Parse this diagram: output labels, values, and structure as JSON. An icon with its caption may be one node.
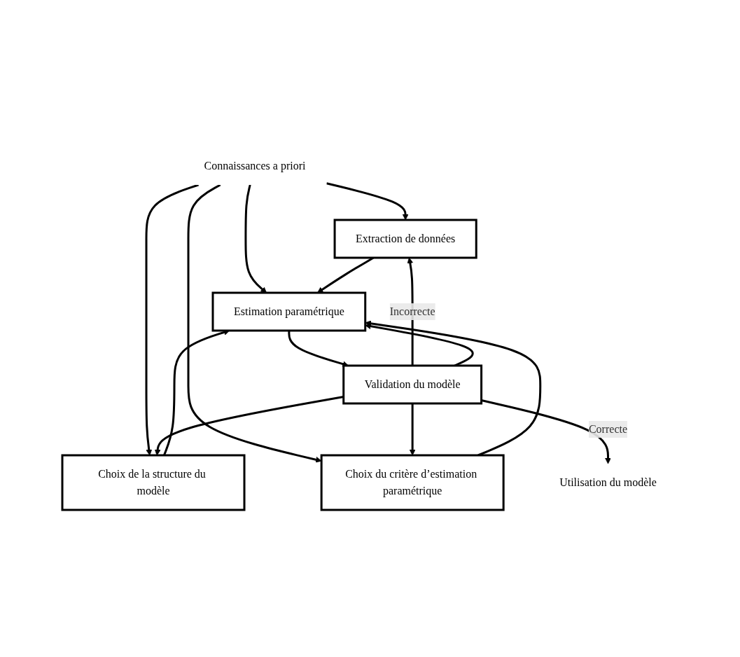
{
  "diagram": {
    "nodes": [
      {
        "text": [
          "Connaissances a priori"
        ]
      },
      {
        "text": [
          "Extraction de données"
        ]
      },
      {
        "text": [
          "Choix de la structure du modèle"
        ]
      },
      {
        "text": [
          "Choix du critère d’estimation paramétrique"
        ]
      },
      {
        "text": [
          "Estimation paramétrique"
        ]
      },
      {
        "text": [
          "Validation du modèle"
        ]
      },
      {
        "text": [
          "Utilisation du modèle"
        ]
      }
    ],
    "edges": [
      {
        "from": 0,
        "to": 1,
        "arrow": "to"
      },
      {
        "from": 0,
        "to": 2,
        "arrow": "to"
      },
      {
        "from": 0,
        "to": 3,
        "arrow": "to"
      },
      {
        "from": 0,
        "to": 4,
        "arrow": "to"
      },
      {
        "from": 1,
        "to": 4,
        "arrow": "to"
      },
      {
        "from": 2,
        "to": 4,
        "arrow": "to"
      },
      {
        "from": 3,
        "to": 4,
        "arrow": "to"
      },
      {
        "from": 4,
        "to": 5,
        "arrow": "to"
      },
      {
        "from": 5,
        "to": 1,
        "arrow": "to",
        "label": "Incorrecte"
      },
      {
        "from": 5,
        "to": 2,
        "arrow": "to"
      },
      {
        "from": 5,
        "to": 3,
        "arrow": "to"
      },
      {
        "from": 5,
        "to": 4,
        "arrow": "to"
      },
      {
        "from": 5,
        "to": 6,
        "arrow": "to",
        "label": "Correcte"
      }
    ]
  }
}
